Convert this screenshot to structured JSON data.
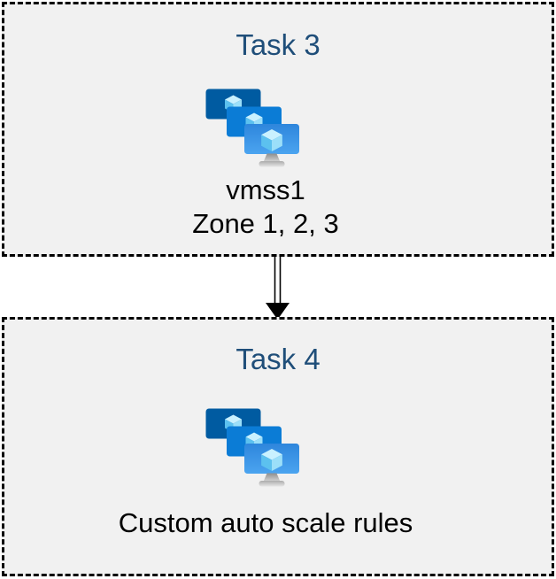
{
  "diagram": {
    "boxes": [
      {
        "title": "Task 3",
        "caption_lines": [
          "vmss1",
          "Zone 1, 2, 3"
        ],
        "icon": "azure-vm-scale-sets-icon"
      },
      {
        "title": "Task 4",
        "caption_lines": [
          "Custom auto scale rules"
        ],
        "icon": "azure-vm-scale-sets-icon"
      }
    ],
    "connector": {
      "type": "double-line-arrow",
      "direction": "down"
    },
    "colors": {
      "title_text": "#1F4E79",
      "caption_text": "#000000",
      "box_fill": "#F1F1F1",
      "box_border": "#000000",
      "canvas_bg": "#FFFFFF",
      "arrow": "#000000",
      "icon_screen_back": "#005BA1",
      "icon_screen_middle": "#0B7CD6",
      "icon_screen_front_top": "#2E86DC",
      "icon_screen_front_bottom": "#4BA4F0",
      "icon_cube_top": "#C9F1FF",
      "icon_cube_left": "#5CC1EF",
      "icon_cube_right": "#9BDFF9",
      "icon_stand_top": "#8F8F8F",
      "icon_stand_bottom": "#E6E6E6"
    }
  }
}
